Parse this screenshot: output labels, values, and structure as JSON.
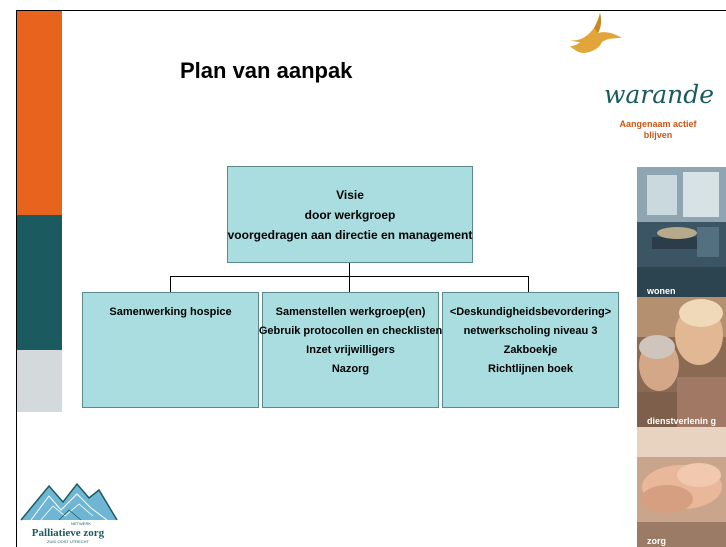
{
  "slide": {
    "title": "Plan van aanpak",
    "brand_name": "warande",
    "brand_tagline": "Aangenaam actief blijven",
    "photos": [
      {
        "label": "wonen"
      },
      {
        "label": "dienstverlenin g"
      },
      {
        "label": "zorg"
      }
    ],
    "logo": {
      "network": "NETWERK",
      "name": "Palliatieve zorg",
      "region": "ZUID OOST UTRECHT"
    },
    "colors": {
      "orange": "#e8641e",
      "teal": "#1b5b60",
      "grey": "#d4dadb",
      "node_fill": "#a9dde0"
    }
  },
  "diagram": {
    "root": {
      "lines": [
        "Visie",
        "door werkgroep",
        "voorgedragen aan  directie en management"
      ]
    },
    "children": [
      {
        "lines": [
          "Samenwerking hospice"
        ]
      },
      {
        "lines": [
          "Samenstellen werkgroep(en)",
          "Gebruik protocollen en checklisten",
          "Inzet vrijwilligers",
          "Nazorg"
        ]
      },
      {
        "lines": [
          "<Deskundigheidsbevordering>",
          "netwerkscholing niveau 3",
          "Zakboekje",
          "Richtlijnen boek"
        ]
      }
    ]
  }
}
